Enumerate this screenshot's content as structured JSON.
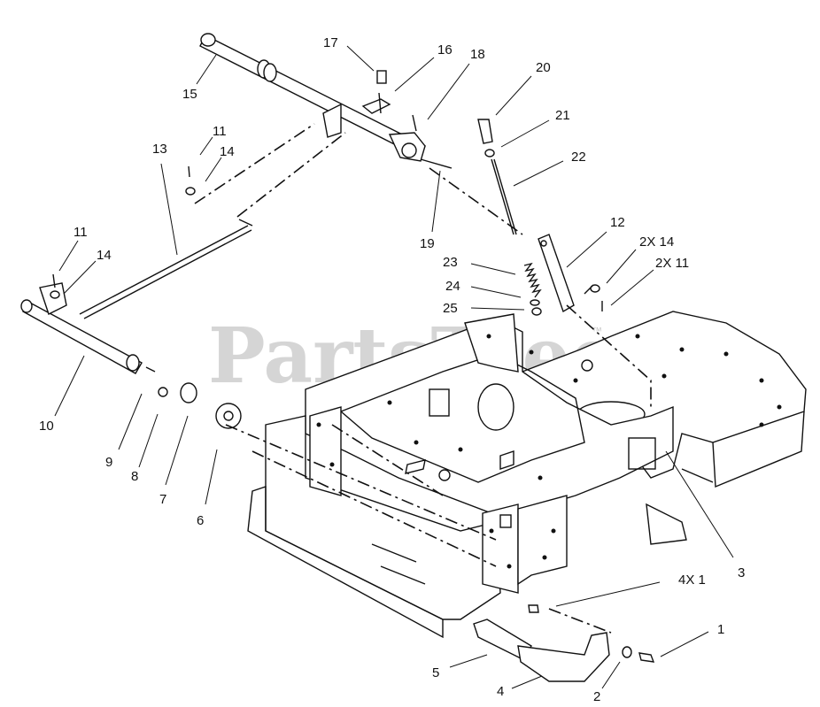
{
  "watermark": {
    "text": "PartsTree",
    "trademark": "™"
  },
  "callouts": [
    {
      "id": "c1",
      "label": "1"
    },
    {
      "id": "c2",
      "label": "2"
    },
    {
      "id": "c3",
      "label": "3"
    },
    {
      "id": "c4x1",
      "label": "4X 1"
    },
    {
      "id": "c4",
      "label": "4"
    },
    {
      "id": "c5",
      "label": "5"
    },
    {
      "id": "c6",
      "label": "6"
    },
    {
      "id": "c7",
      "label": "7"
    },
    {
      "id": "c8",
      "label": "8"
    },
    {
      "id": "c9",
      "label": "9"
    },
    {
      "id": "c10",
      "label": "10"
    },
    {
      "id": "c11a",
      "label": "11"
    },
    {
      "id": "c11b",
      "label": "11"
    },
    {
      "id": "c12",
      "label": "12"
    },
    {
      "id": "c13",
      "label": "13"
    },
    {
      "id": "c14a",
      "label": "14"
    },
    {
      "id": "c14b",
      "label": "14"
    },
    {
      "id": "c2x14",
      "label": "2X 14"
    },
    {
      "id": "c2x11",
      "label": "2X 11"
    },
    {
      "id": "c15",
      "label": "15"
    },
    {
      "id": "c16",
      "label": "16"
    },
    {
      "id": "c17",
      "label": "17"
    },
    {
      "id": "c18",
      "label": "18"
    },
    {
      "id": "c19",
      "label": "19"
    },
    {
      "id": "c20",
      "label": "20"
    },
    {
      "id": "c21",
      "label": "21"
    },
    {
      "id": "c22",
      "label": "22"
    },
    {
      "id": "c23",
      "label": "23"
    },
    {
      "id": "c24",
      "label": "24"
    },
    {
      "id": "c25",
      "label": "25"
    }
  ]
}
